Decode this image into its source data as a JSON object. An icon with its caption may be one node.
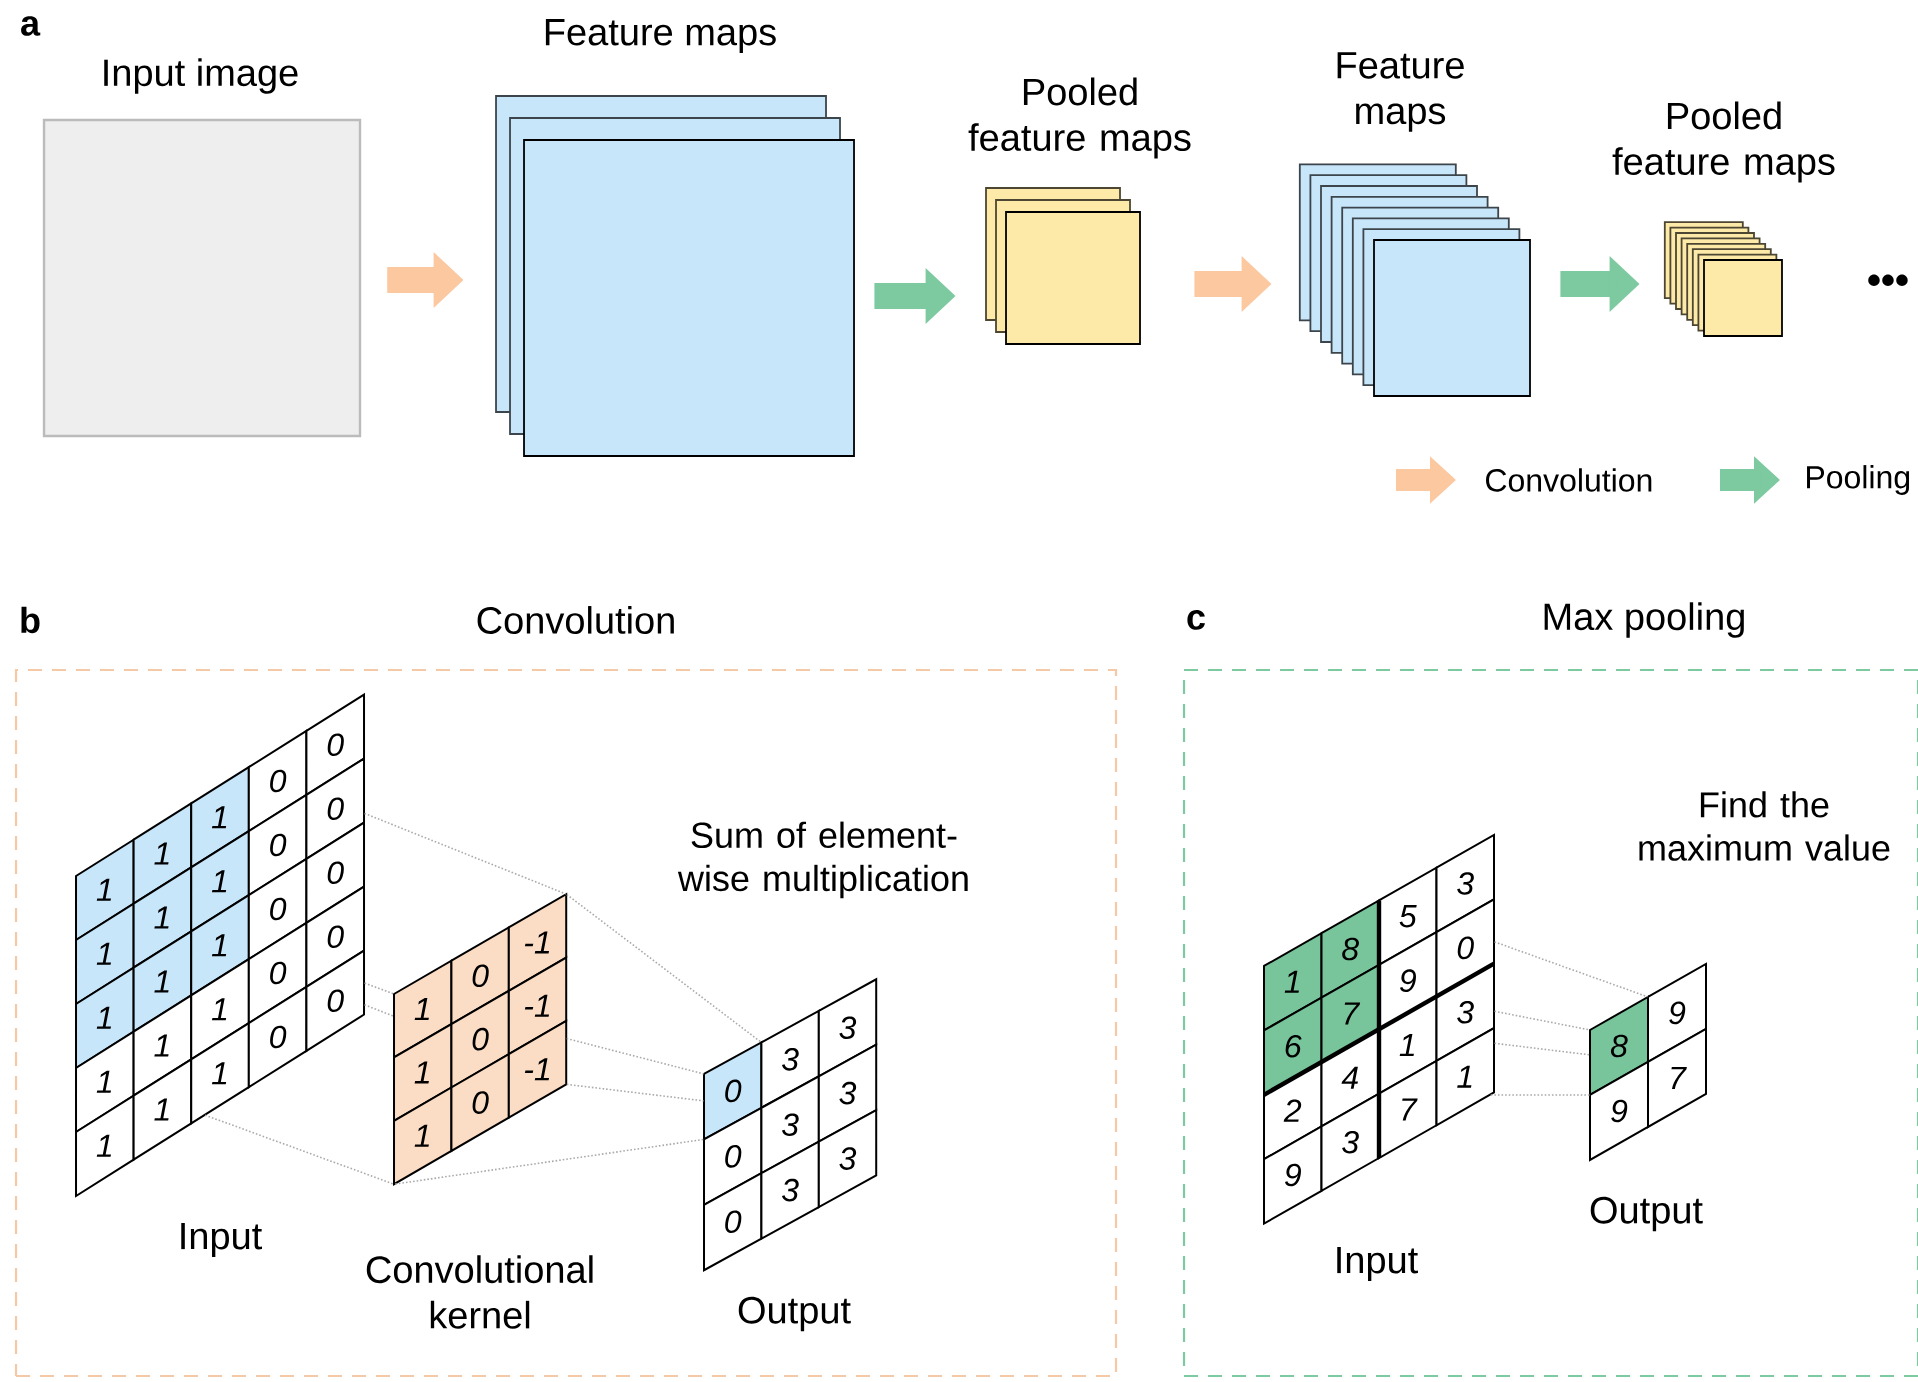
{
  "diagram": {
    "nodes": [
      {
        "text": [
          "Input image"
        ]
      },
      {
        "text": [
          "Feature maps"
        ]
      },
      {
        "text": [
          "Pooled feature maps"
        ]
      },
      {
        "text": [
          "Feature maps"
        ]
      },
      {
        "text": [
          "Pooled feature maps"
        ],
        "beside": [
          "•••"
        ]
      },
      {
        "text": [
          "Convolution"
        ]
      },
      {
        "text": [
          "Input",
          "1",
          "1",
          "1",
          "0",
          "0",
          "1",
          "1",
          "1",
          "0",
          "0",
          "1",
          "1",
          "1",
          "0",
          "0",
          "1",
          "1",
          "1",
          "0",
          "0",
          "1",
          "1",
          "1",
          "0",
          "0"
        ],
        "in": 5
      },
      {
        "text": [
          "Convolutional kernel",
          "1",
          "0",
          "-1",
          "1",
          "0",
          "-1",
          "1",
          "0",
          "-1"
        ],
        "in": 5
      },
      {
        "text": [
          "Output",
          "0",
          "3",
          "3",
          "0",
          "3",
          "3",
          "0",
          "3",
          "3"
        ],
        "in": 5
      },
      {
        "text": [
          "Max pooling"
        ]
      },
      {
        "text": [
          "Input",
          "1",
          "8",
          "5",
          "3",
          "6",
          "7",
          "9",
          "0",
          "2",
          "4",
          "1",
          "3",
          "9",
          "3",
          "7",
          "1"
        ],
        "in": 9
      },
      {
        "text": [
          "Output",
          "8",
          "9",
          "9",
          "7"
        ],
        "in": 9
      }
    ],
    "edges": [
      {
        "from": 0,
        "to": 1,
        "arrow": "to",
        "style": "thick",
        "color": "#fbc8a0"
      },
      {
        "from": 1,
        "to": 2,
        "arrow": "to",
        "style": "thick",
        "color": "#7dc9a0"
      },
      {
        "from": 2,
        "to": 3,
        "arrow": "to",
        "style": "thick",
        "color": "#fbc8a0"
      },
      {
        "from": 3,
        "to": 4,
        "arrow": "to",
        "style": "thick",
        "color": "#7dc9a0"
      },
      {
        "from": 6,
        "to": 7,
        "arrow": "none",
        "style": "dashed",
        "color": "#aaaaaa"
      },
      {
        "from": 6,
        "to": 7,
        "arrow": "none",
        "style": "dashed",
        "color": "#aaaaaa"
      },
      {
        "from": 6,
        "to": 7,
        "arrow": "none",
        "style": "dashed",
        "color": "#aaaaaa"
      },
      {
        "from": 6,
        "to": 7,
        "arrow": "none",
        "style": "dashed",
        "color": "#aaaaaa"
      },
      {
        "from": 7,
        "to": 8,
        "arrow": "none",
        "style": "dashed",
        "color": "#aaaaaa"
      },
      {
        "from": 7,
        "to": 8,
        "arrow": "none",
        "style": "dashed",
        "color": "#aaaaaa"
      },
      {
        "from": 7,
        "to": 8,
        "arrow": "none",
        "style": "dashed",
        "color": "#aaaaaa"
      },
      {
        "from": 7,
        "to": 8,
        "arrow": "none",
        "style": "dashed",
        "color": "#aaaaaa"
      },
      {
        "from": 10,
        "to": 11,
        "arrow": "none",
        "style": "dashed",
        "color": "#aaaaaa"
      },
      {
        "from": 10,
        "to": 11,
        "arrow": "none",
        "style": "dashed",
        "color": "#aaaaaa"
      },
      {
        "from": 10,
        "to": 11,
        "arrow": "none",
        "style": "dashed",
        "color": "#aaaaaa"
      },
      {
        "from": 10,
        "to": 11,
        "arrow": "none",
        "style": "dashed",
        "color": "#aaaaaa"
      }
    ],
    "labels": [
      "a",
      "b",
      "c",
      "Sum of element-wise multiplication",
      "Find the maximum value"
    ],
    "legend": [
      {
        "text": "Convolution",
        "color": "#fbc8a0"
      },
      {
        "text": "Pooling",
        "color": "#7dc9a0"
      }
    ]
  }
}
